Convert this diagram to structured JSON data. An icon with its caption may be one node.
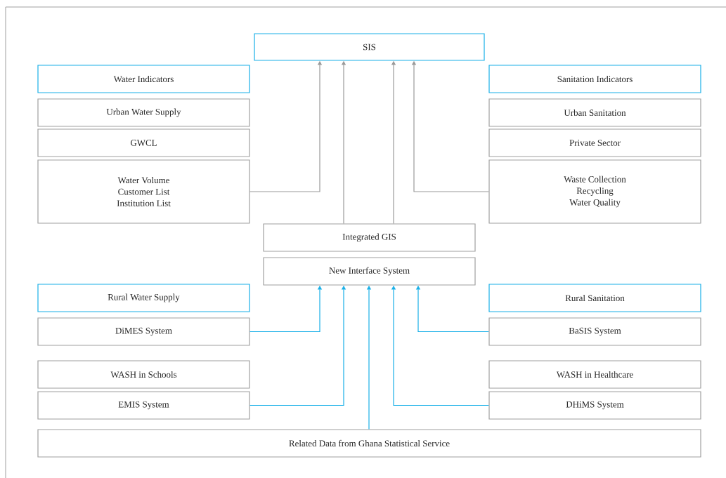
{
  "diagram": {
    "nodes": [
      {
        "text": [
          "SIS"
        ]
      },
      {
        "text": [
          "Water Indicators"
        ]
      },
      {
        "text": [
          "Urban Water Supply"
        ]
      },
      {
        "text": [
          "GWCL"
        ]
      },
      {
        "text": [
          "Water Volume",
          "Customer List",
          "Institution List"
        ]
      },
      {
        "text": [
          "Sanitation Indicators"
        ]
      },
      {
        "text": [
          "Urban Sanitation"
        ]
      },
      {
        "text": [
          "Private Sector"
        ]
      },
      {
        "text": [
          "Waste Collection",
          "Recycling",
          "Water Quality"
        ]
      },
      {
        "text": [
          "Integrated GIS"
        ]
      },
      {
        "text": [
          "New Interface System"
        ]
      },
      {
        "text": [
          "Rural Water Supply"
        ]
      },
      {
        "text": [
          "DiMES System"
        ]
      },
      {
        "text": [
          "Rural Sanitation"
        ]
      },
      {
        "text": [
          "BaSIS System"
        ]
      },
      {
        "text": [
          "WASH in Schools"
        ]
      },
      {
        "text": [
          "EMIS System"
        ]
      },
      {
        "text": [
          "WASH in Healthcare"
        ]
      },
      {
        "text": [
          "DHiMS System"
        ]
      },
      {
        "text": [
          "Related Data from Ghana Statistical Service"
        ]
      }
    ],
    "edges": [
      {
        "from": 4,
        "to": 0,
        "arrow": "to",
        "color": "#9a9a9a"
      },
      {
        "from": 9,
        "to": 0,
        "arrow": "to",
        "color": "#9a9a9a"
      },
      {
        "from": 9,
        "to": 0,
        "arrow": "to",
        "color": "#9a9a9a"
      },
      {
        "from": 8,
        "to": 0,
        "arrow": "to",
        "color": "#9a9a9a"
      },
      {
        "from": 12,
        "to": 10,
        "arrow": "to"
      },
      {
        "from": 16,
        "to": 10,
        "arrow": "to"
      },
      {
        "from": 19,
        "to": 10,
        "arrow": "to"
      },
      {
        "from": 18,
        "to": 10,
        "arrow": "to"
      },
      {
        "from": 14,
        "to": 10,
        "arrow": "to"
      }
    ]
  }
}
